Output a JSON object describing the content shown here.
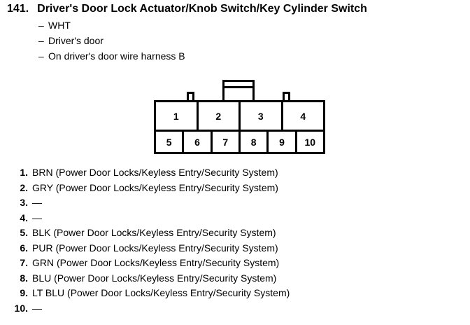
{
  "header": {
    "number": "141.",
    "title": "Driver's Door Lock Actuator/Knob Switch/Key Cylinder Switch",
    "dash": "–",
    "details": [
      "WHT",
      "Driver's door",
      "On driver's door wire harness B"
    ]
  },
  "connector": {
    "top_row": [
      "1",
      "2",
      "3",
      "4"
    ],
    "bottom_row": [
      "5",
      "6",
      "7",
      "8",
      "9",
      "10"
    ],
    "tabs": [
      "tab-left",
      "tab-center",
      "tab-right"
    ]
  },
  "pins": [
    {
      "num": "1.",
      "desc": "BRN (Power Door Locks/Keyless Entry/Security System)"
    },
    {
      "num": "2.",
      "desc": "GRY (Power Door Locks/Keyless Entry/Security System)"
    },
    {
      "num": "3.",
      "desc": "—"
    },
    {
      "num": "4.",
      "desc": "—"
    },
    {
      "num": "5.",
      "desc": "BLK (Power Door Locks/Keyless Entry/Security System)"
    },
    {
      "num": "6.",
      "desc": "PUR (Power Door Locks/Keyless Entry/Security System)"
    },
    {
      "num": "7.",
      "desc": "GRN (Power Door Locks/Keyless Entry/Security System)"
    },
    {
      "num": "8.",
      "desc": "BLU (Power Door Locks/Keyless Entry/Security System)"
    },
    {
      "num": "9.",
      "desc": "LT BLU (Power Door Locks/Keyless Entry/Security System)"
    },
    {
      "num": "10.",
      "desc": "—"
    }
  ],
  "colors": {
    "ink": "#000000",
    "background": "#ffffff"
  }
}
